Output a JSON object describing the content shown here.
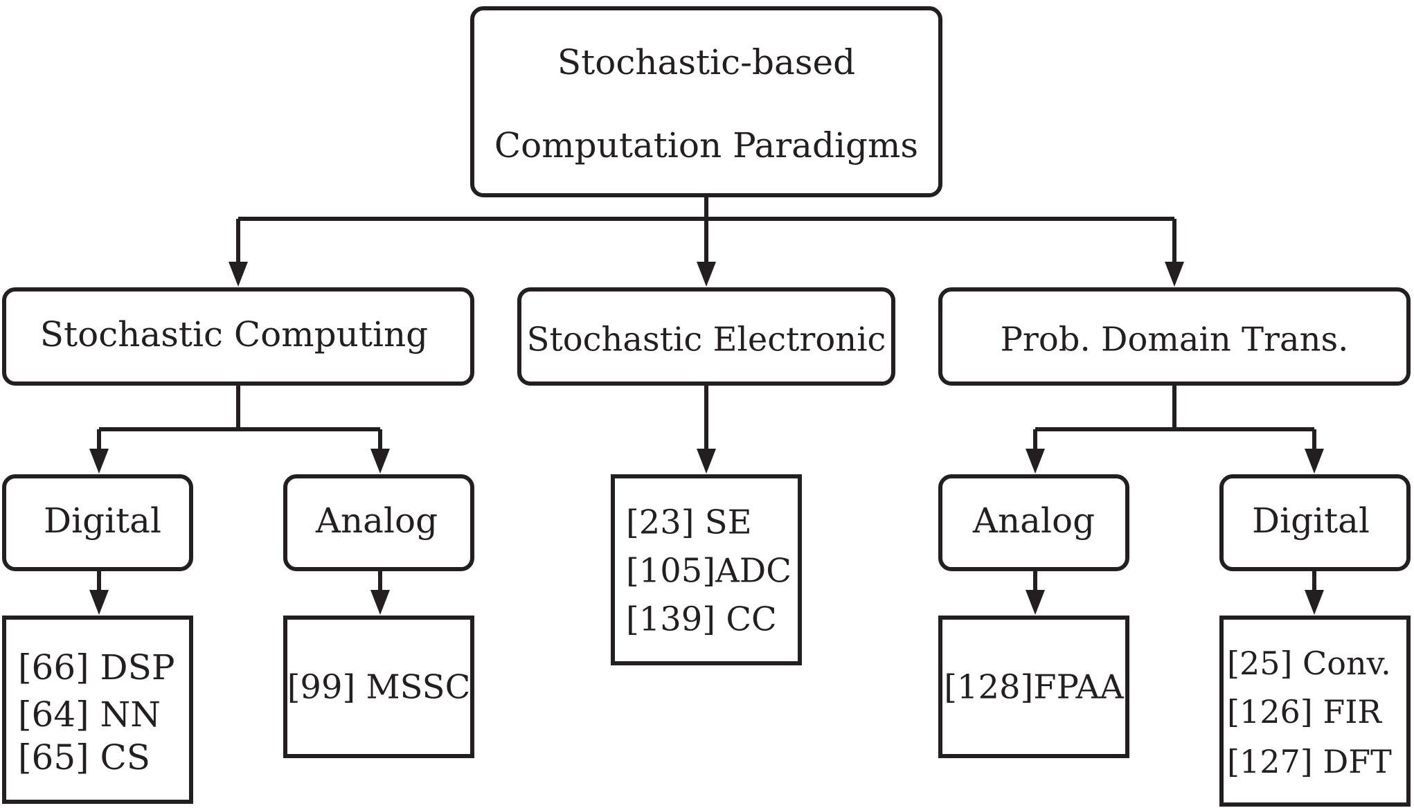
{
  "root": {
    "lines": [
      "Stochastic-based",
      "Computation Paradigms"
    ]
  },
  "categories": {
    "stochastic_computing": "Stochastic Computing",
    "stochastic_electronic": "Stochastic Electronic",
    "prob_domain_trans": "Prob. Domain Trans."
  },
  "subcategories": {
    "sc_digital": "Digital",
    "sc_analog": "Analog",
    "pdt_analog": "Analog",
    "pdt_digital": "Digital"
  },
  "references": {
    "sc_digital": [
      "[66] DSP",
      "[64] NN",
      "[65] CS"
    ],
    "sc_analog": [
      "[99] MSSC"
    ],
    "se": [
      "[23] SE",
      "[105]ADC",
      "[139] CC"
    ],
    "pdt_analog": [
      "[128]FPAA"
    ],
    "pdt_digital": [
      "[25] Conv.",
      "[126] FIR",
      "[127] DFT"
    ]
  }
}
